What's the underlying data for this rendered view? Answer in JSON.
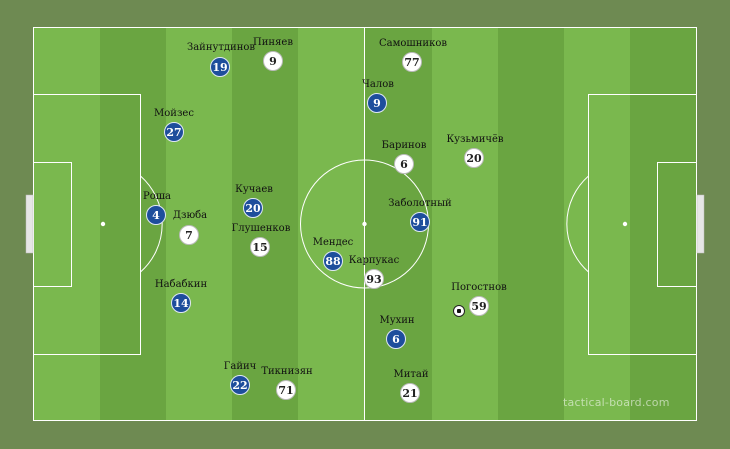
{
  "watermark": "tactical-board.com",
  "colors": {
    "background": "#6e8a52",
    "pitch_light": "#7ab84e",
    "pitch_dark": "#6aa541",
    "team_home": "#1e4e9c",
    "team_away": "#ffffff",
    "lines": "#ffffff"
  },
  "players": [
    {
      "team": "home",
      "number": "19",
      "name": "Зайнутдинов"
    },
    {
      "team": "away",
      "number": "9",
      "name": "Пиняев"
    },
    {
      "team": "away",
      "number": "77",
      "name": "Самошников"
    },
    {
      "team": "home",
      "number": "9",
      "name": "Чалов"
    },
    {
      "team": "home",
      "number": "27",
      "name": "Мойзес"
    },
    {
      "team": "away",
      "number": "6",
      "name": "Баринов"
    },
    {
      "team": "away",
      "number": "20",
      "name": "Кузьмичёв"
    },
    {
      "team": "home",
      "number": "4",
      "name": "Роша"
    },
    {
      "team": "away",
      "number": "7",
      "name": "Дзюба"
    },
    {
      "team": "home",
      "number": "20",
      "name": "Кучаев"
    },
    {
      "team": "away",
      "number": "15",
      "name": "Глушенков"
    },
    {
      "team": "home",
      "number": "91",
      "name": "Заболотный"
    },
    {
      "team": "home",
      "number": "88",
      "name": "Мендес"
    },
    {
      "team": "away",
      "number": "93",
      "name": "Карпукас"
    },
    {
      "team": "home",
      "number": "14",
      "name": "Набабкин"
    },
    {
      "team": "away",
      "number": "59",
      "name": "Погостнов"
    },
    {
      "team": "home",
      "number": "6",
      "name": "Мухин"
    },
    {
      "team": "home",
      "number": "22",
      "name": "Гайич"
    },
    {
      "team": "away",
      "number": "71",
      "name": "Тикнизян"
    },
    {
      "team": "away",
      "number": "21",
      "name": "Митай"
    }
  ]
}
